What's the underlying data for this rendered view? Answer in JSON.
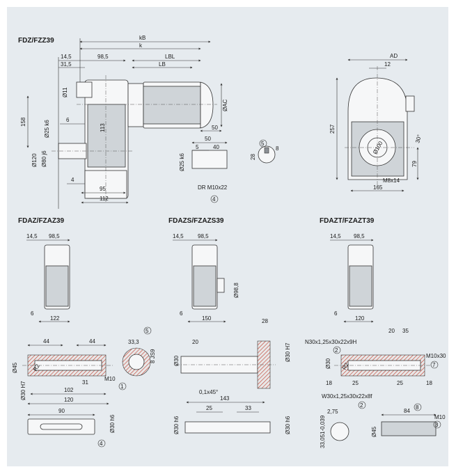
{
  "sections": {
    "fdz": {
      "title": "FDZ/FZZ39"
    },
    "fdaz": {
      "title": "FDAZ/FZAZ39"
    },
    "fdazs": {
      "title": "FDAZS/FZAZS39"
    },
    "fdazt": {
      "title": "FDAZT/FZAZT39"
    }
  },
  "dims": {
    "fdz_kB": "kB",
    "fdz_k": "k",
    "fdz_LBL": "LBL",
    "fdz_LB": "LB",
    "fdz_14_5": "14,5",
    "fdz_98_5": "98,5",
    "fdz_31_5": "31,5",
    "fdz_d11": "Ø11",
    "fdz_158": "158",
    "fdz_6": "6",
    "fdz_d25k6": "Ø25 k6",
    "fdz_113": "113",
    "fdz_d120": "Ø120",
    "fdz_d80j6": "Ø80 j6",
    "fdz_4": "4",
    "fdz_95": "95",
    "fdz_112": "112",
    "fdz_dAC": "ØAC",
    "fdz_50": "50",
    "key_50": "50",
    "key_5": "5",
    "key_40": "40",
    "key_d25k6": "Ø25 k6",
    "key_dr": "DR M10x22",
    "key_c5": "5",
    "key_c4": "4",
    "key_8": "8",
    "key_28": "28",
    "side_AD": "AD",
    "side_12": "12",
    "side_257": "257",
    "side_d100": "Ø100",
    "side_30": "30°",
    "side_79": "79",
    "side_m8": "M8x14",
    "side_165": "165",
    "a_14_5": "14,5",
    "a_98_5": "98,5",
    "a_6": "6",
    "a_122": "122",
    "s_14_5": "14,5",
    "s_98_5": "98,5",
    "s_6": "6",
    "s_150": "150",
    "s_d98_8": "Ø98,8",
    "t_14_5": "14,5",
    "t_98_5": "98,5",
    "t_6": "6",
    "t_120": "120",
    "ha_44a": "44",
    "ha_44b": "44",
    "ha_d45": "Ø45",
    "ha_r2": "R2",
    "ha_d30h7": "Ø30 H7",
    "ha_31": "31",
    "ha_m10": "M10",
    "ha_102": "102",
    "ha_120": "120",
    "ha_33_3": "33,3",
    "ha_8js9": "8 JS9",
    "ha_c5": "5",
    "ha_c1": "1",
    "ha_90": "90",
    "ha_d30h6": "Ø30 h6",
    "ha_c4": "4",
    "hs_20": "20",
    "hs_28": "28",
    "hs_d30": "Ø30",
    "hs_d30h7": "Ø30 H7",
    "hs_chamfer": "0,1x45°",
    "hs_143": "143",
    "hs_25": "25",
    "hs_33": "33",
    "hs_d30h6a": "Ø30 h6",
    "hs_d30h6b": "Ø30 h6",
    "ht_20": "20",
    "ht_35": "35",
    "ht_spline": "N30x1,25x30x22x9H",
    "ht_c2": "2",
    "ht_d30": "Ø30",
    "ht_r2": "R2",
    "ht_m10x30": "M10x30",
    "ht_c7": "7",
    "ht_18a": "18",
    "ht_25a": "25",
    "ht_25b": "25",
    "ht_18b": "18",
    "ht_spline2": "W30x1,25x30x22x8f",
    "ht_c2b": "2",
    "ht_2_75": "2,75",
    "ht_84": "84",
    "ht_c8": "8",
    "ht_m10": "M10",
    "ht_c3": "3",
    "ht_33": "33,051-0,039",
    "ht_d45": "Ø45"
  },
  "colors": {
    "background": "#e6ebef",
    "housing": "#f6f7f8",
    "shaded": "#cfd4d8"
  }
}
